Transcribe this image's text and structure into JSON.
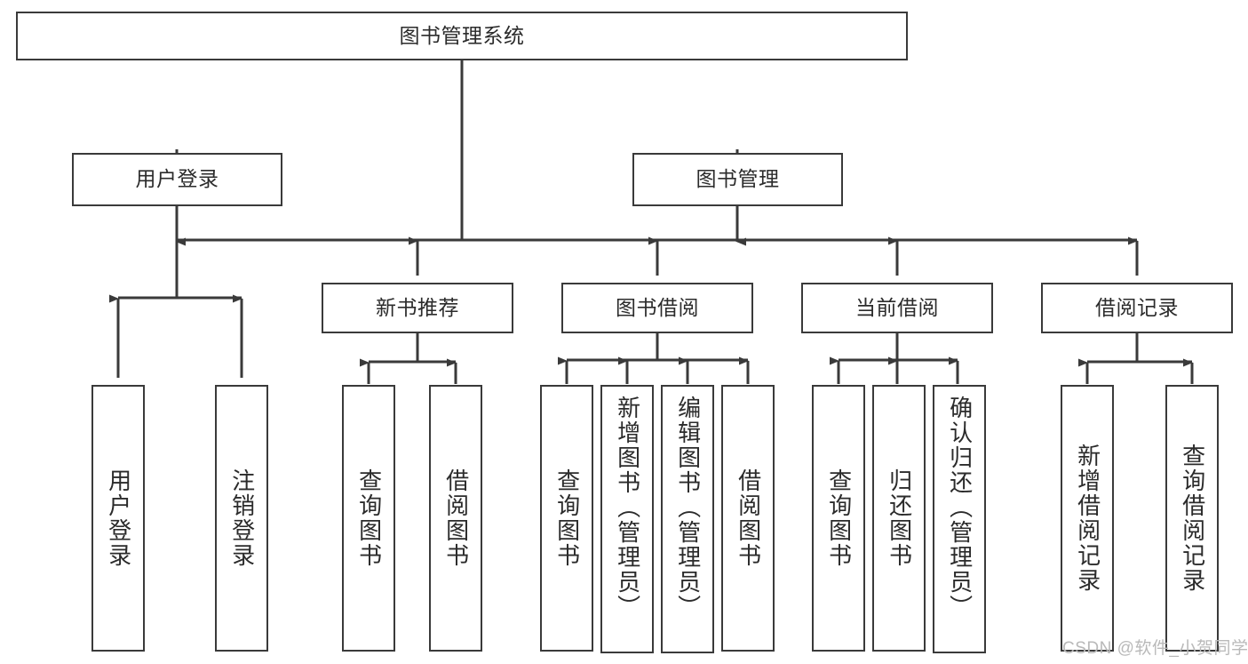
{
  "diagram": {
    "title_node": {
      "label": "图书管理系统"
    },
    "level2": [
      {
        "id": "user-login",
        "label": "用户登录"
      },
      {
        "id": "book-management",
        "label": "图书管理"
      }
    ],
    "level3": [
      {
        "id": "new-book-recommend",
        "label": "新书推荐"
      },
      {
        "id": "book-borrow",
        "label": "图书借阅"
      },
      {
        "id": "current-borrow",
        "label": "当前借阅"
      },
      {
        "id": "borrow-record",
        "label": "借阅记录"
      }
    ],
    "leaves": {
      "user_login": [
        {
          "id": "leaf-user-login",
          "label": "用户登录"
        },
        {
          "id": "leaf-logout-login",
          "label": "注销登录"
        }
      ],
      "new_book_recommend": [
        {
          "id": "leaf-query-book-1",
          "label": "查询图书"
        },
        {
          "id": "leaf-borrow-book-1",
          "label": "借阅图书"
        }
      ],
      "book_borrow": [
        {
          "id": "leaf-query-book-2",
          "label": "查询图书"
        },
        {
          "id": "leaf-add-book",
          "label": "新增图书（管理员）"
        },
        {
          "id": "leaf-edit-book",
          "label": "编辑图书（管理员）"
        },
        {
          "id": "leaf-borrow-book-2",
          "label": "借阅图书"
        }
      ],
      "current_borrow": [
        {
          "id": "leaf-query-book-3",
          "label": "查询图书"
        },
        {
          "id": "leaf-return-book",
          "label": "归还图书"
        },
        {
          "id": "leaf-confirm-return",
          "label": "确认归还（管理员）"
        }
      ],
      "borrow_record": [
        {
          "id": "leaf-add-borrow-record",
          "label": "新增借阅记录"
        },
        {
          "id": "leaf-query-borrow-record",
          "label": "查询借阅记录"
        }
      ]
    },
    "watermark": {
      "text": "CSDN @软件_小贺同学"
    },
    "colors": {
      "stroke": "#3a3a3a",
      "background": "#ffffff",
      "text": "#2b2b2b",
      "watermark": "#b9b9b9"
    }
  }
}
